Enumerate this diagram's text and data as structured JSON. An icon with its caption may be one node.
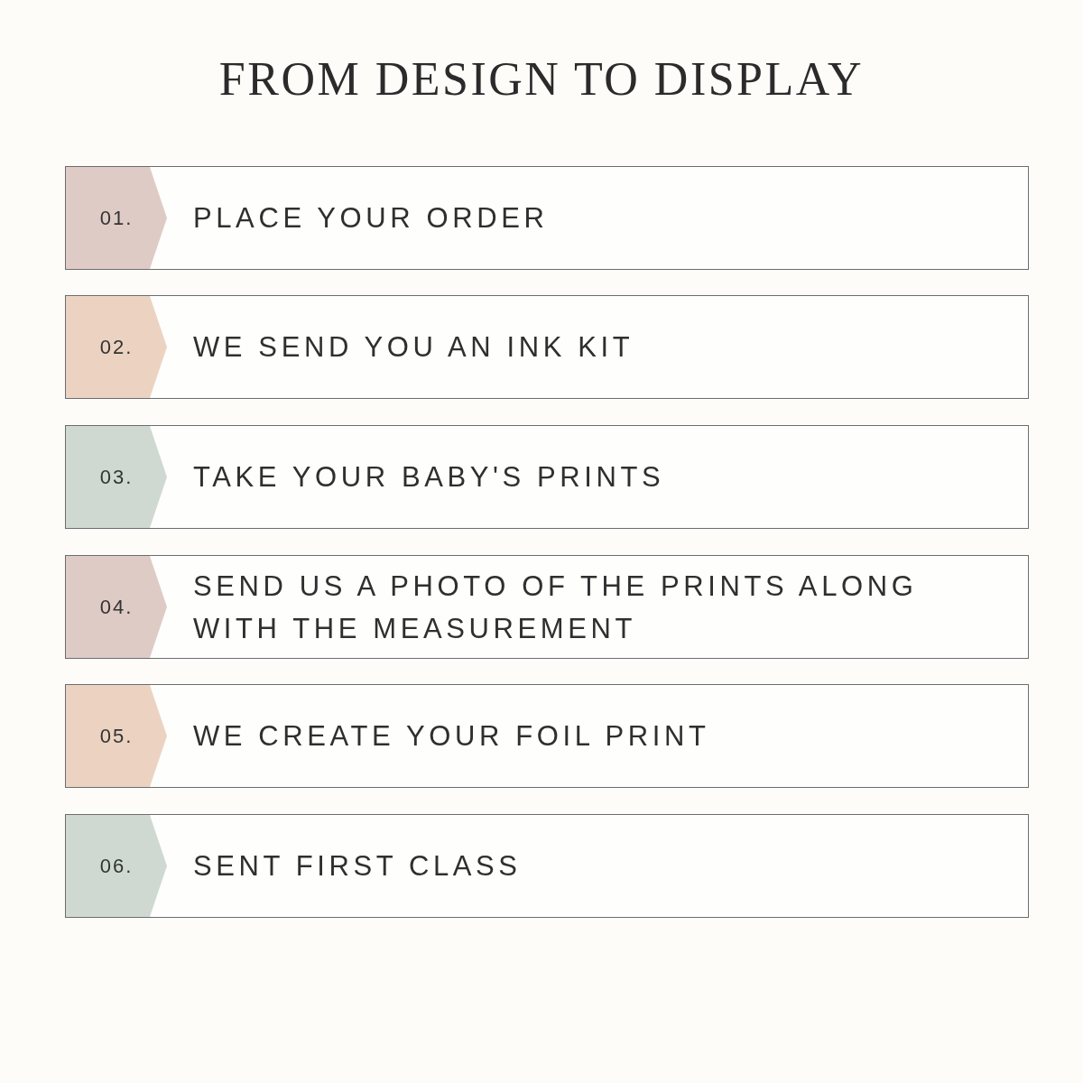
{
  "diagram": {
    "title": "FROM DESIGN TO DISPLAY",
    "nodes": [
      {
        "text": [
          "PLACE YOUR ORDER"
        ]
      },
      {
        "text": [
          "01."
        ],
        "in": 0
      },
      {
        "text": [
          "WE SEND YOU AN INK KIT"
        ]
      },
      {
        "text": [
          "02."
        ],
        "in": 2
      },
      {
        "text": [
          "TAKE YOUR BABY'S PRINTS"
        ]
      },
      {
        "text": [
          "03."
        ],
        "in": 4
      },
      {
        "text": [
          "SEND US A PHOTO OF THE PRINTS ALONG WITH THE MEASUREMENT"
        ]
      },
      {
        "text": [
          "04."
        ],
        "in": 6
      },
      {
        "text": [
          "WE CREATE YOUR FOIL PRINT"
        ]
      },
      {
        "text": [
          "05."
        ],
        "in": 8
      },
      {
        "text": [
          "SENT FIRST CLASS"
        ]
      },
      {
        "text": [
          "06."
        ],
        "in": 10
      }
    ]
  }
}
